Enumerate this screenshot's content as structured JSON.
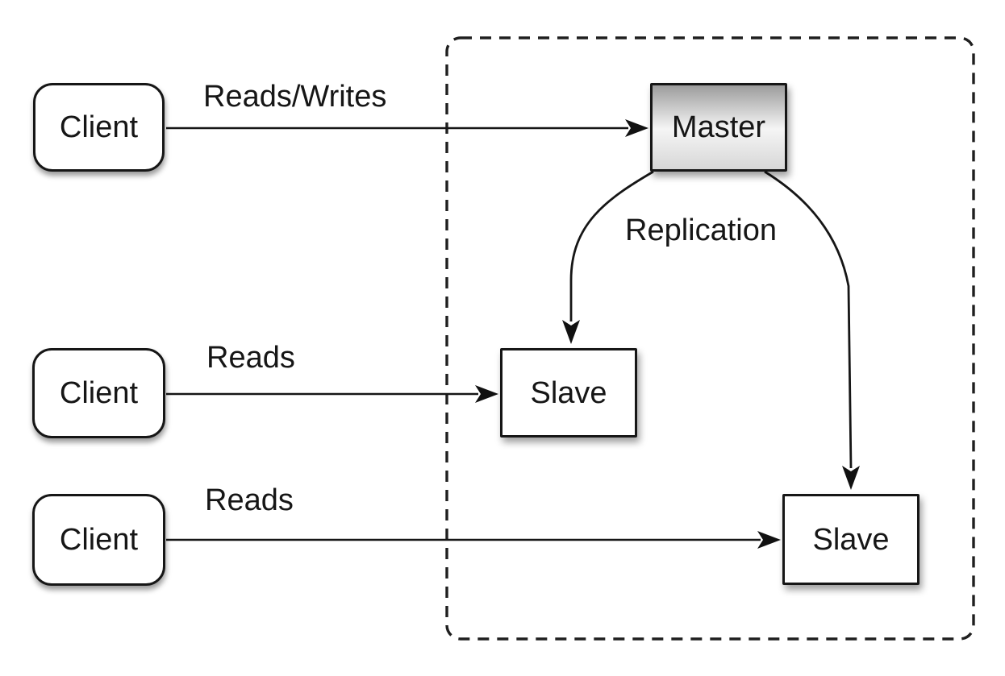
{
  "diagram": {
    "type": "master-slave-replication",
    "background": "#ffffff",
    "stroke_color": "#161616",
    "boundary": {
      "name": "replication-cluster",
      "style": "dashed-rounded-rectangle"
    },
    "nodes": {
      "client1": {
        "label": "Client",
        "shape": "rounded-rectangle",
        "fill": "#ffffff"
      },
      "client2": {
        "label": "Client",
        "shape": "rounded-rectangle",
        "fill": "#ffffff"
      },
      "client3": {
        "label": "Client",
        "shape": "rounded-rectangle",
        "fill": "#ffffff"
      },
      "master": {
        "label": "Master",
        "shape": "rectangle",
        "fill_gradient": [
          "#9c9c9c",
          "#f5f5f5",
          "#d7d7d7"
        ]
      },
      "slave1": {
        "label": "Slave",
        "shape": "rectangle",
        "fill": "#ffffff"
      },
      "slave2": {
        "label": "Slave",
        "shape": "rectangle",
        "fill": "#ffffff"
      }
    },
    "edge_labels": {
      "reads_writes": "Reads/Writes",
      "reads_top": "Reads",
      "reads_bottom": "Reads",
      "replication": "Replication"
    },
    "edges": [
      {
        "from": "client1",
        "to": "master",
        "label": "Reads/Writes",
        "style": "straight-arrow"
      },
      {
        "from": "client2",
        "to": "slave1",
        "label": "Reads",
        "style": "straight-arrow"
      },
      {
        "from": "client3",
        "to": "slave2",
        "label": "Reads",
        "style": "straight-arrow"
      },
      {
        "from": "master",
        "to": "slave1",
        "label": "Replication",
        "style": "curved-arrow"
      },
      {
        "from": "master",
        "to": "slave2",
        "label": "Replication",
        "style": "curved-arrow"
      }
    ]
  }
}
